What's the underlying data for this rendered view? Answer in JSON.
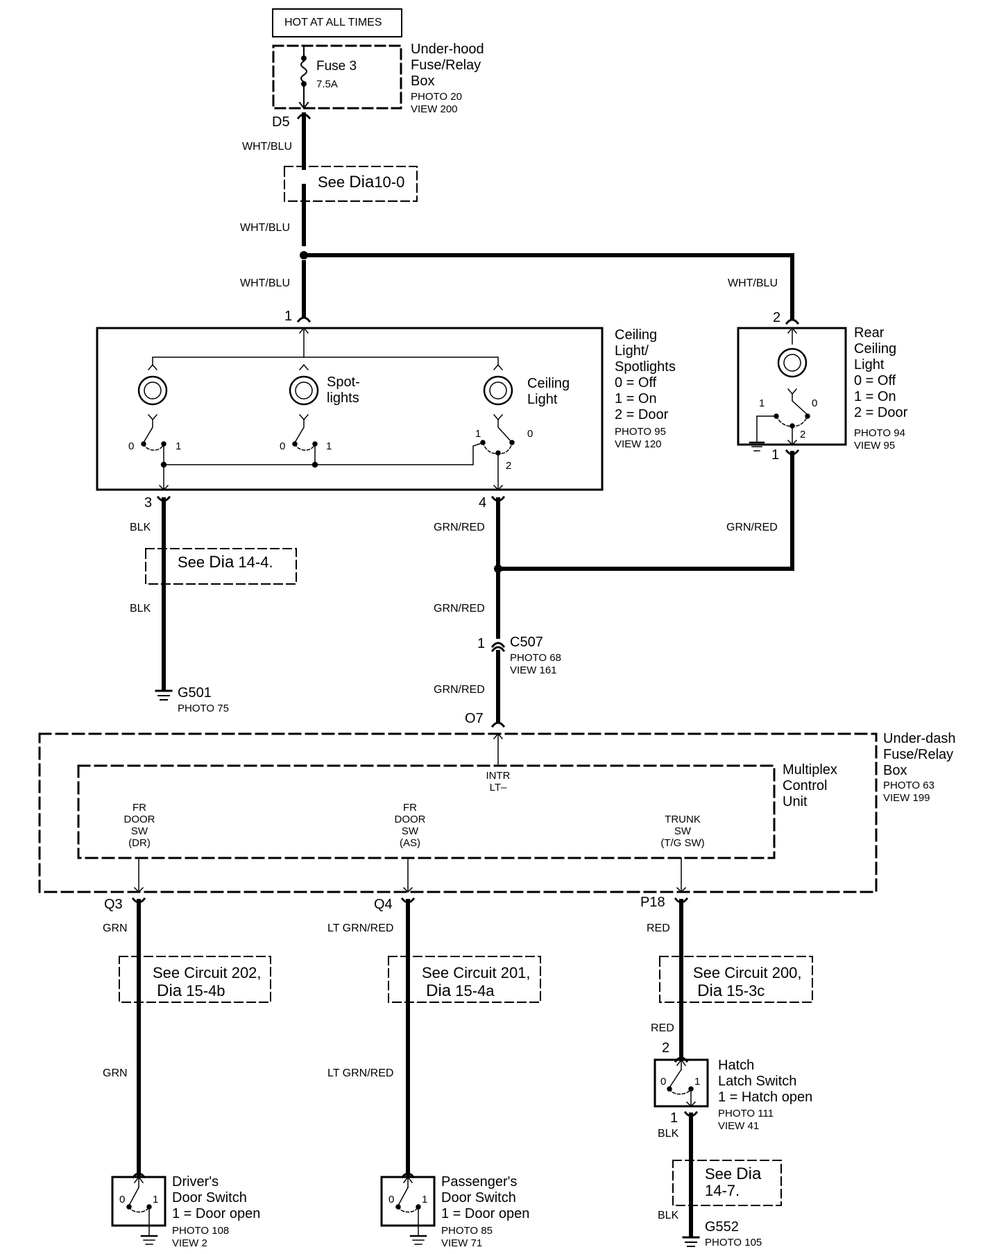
{
  "source": {
    "hot_label": "HOT AT ALL TIMES",
    "fuse_label": "Fuse 3",
    "fuse_rating": "7.5A",
    "box_name": [
      "Under-hood",
      "Fuse/Relay",
      "Box"
    ],
    "box_photo": "PHOTO 20",
    "box_view": "VIEW 200",
    "pin": "D5"
  },
  "wires": {
    "wht_blu": "WHT/BLU",
    "blk": "BLK",
    "grn_red": "GRN/RED",
    "grn": "GRN",
    "lt_grn_red": "LT GRN/RED",
    "red": "RED"
  },
  "refs": {
    "dia_10_0": {
      "see": "See",
      "dia": "Dia",
      "num": "10-0"
    },
    "dia_14_4": {
      "see": "See",
      "dia": "Dia",
      "num": "14-4."
    },
    "circuit_202": {
      "line1": "See Circuit 202,",
      "dia": "Dia",
      "num": "15-4b"
    },
    "circuit_201": {
      "line1": "See Circuit 201,",
      "dia": "Dia",
      "num": "15-4a"
    },
    "circuit_200": {
      "line1": "See Circuit 200,",
      "dia": "Dia",
      "num": "15-3c"
    },
    "dia_14_7": {
      "see": "See",
      "dia": "Dia",
      "num": "14-7."
    }
  },
  "ceiling_light": {
    "name": [
      "Ceiling",
      "Light/",
      "Spotlights"
    ],
    "modes": [
      "0 = Off",
      "1 = On",
      "2 = Door"
    ],
    "photo": "PHOTO 95",
    "view": "VIEW 120",
    "spot_label": [
      "Spot-",
      "lights"
    ],
    "ceiling_label": [
      "Ceiling",
      "Light"
    ],
    "pin_in": "1",
    "pin_out_left": "3",
    "pin_out_right": "4",
    "sw_pos": {
      "zero": "0",
      "one": "1",
      "two": "2"
    }
  },
  "rear_light": {
    "name": [
      "Rear",
      "Ceiling",
      "Light"
    ],
    "modes": [
      "0 = Off",
      "1 = On",
      "2 = Door"
    ],
    "photo": "PHOTO 94",
    "view": "VIEW 95",
    "pin_in": "2",
    "pin_out": "1",
    "sw_pos": {
      "zero": "0",
      "one": "1",
      "two": "2"
    }
  },
  "ground_g501": {
    "name": "G501",
    "photo": "PHOTO 75"
  },
  "connector_c507": {
    "pin": "1",
    "name": "C507",
    "photo": "PHOTO 68",
    "view": "VIEW 161"
  },
  "underdash": {
    "name": [
      "Under-dash",
      "Fuse/Relay",
      "Box"
    ],
    "photo": "PHOTO 63",
    "view": "VIEW 199",
    "pin_in": "O7"
  },
  "mcu": {
    "name": [
      "Multiplex",
      "Control",
      "Unit"
    ],
    "intr": [
      "INTR",
      "LT–"
    ],
    "fr_dr": [
      "FR",
      "DOOR",
      "SW",
      "(DR)"
    ],
    "fr_as": [
      "FR",
      "DOOR",
      "SW",
      "(AS)"
    ],
    "trunk": [
      "TRUNK",
      "SW",
      "(T/G SW)"
    ],
    "pin_q3": "Q3",
    "pin_q4": "Q4",
    "pin_p18": "P18"
  },
  "hatch": {
    "name": [
      "Hatch",
      "Latch Switch",
      "1 = Hatch open"
    ],
    "photo": "PHOTO 111",
    "view": "VIEW 41",
    "pin_in": "2",
    "pin_out": "1",
    "sw_pos": {
      "zero": "0",
      "one": "1"
    }
  },
  "ground_g552": {
    "name": "G552",
    "photo": "PHOTO 105"
  },
  "driver_switch": {
    "name": [
      "Driver's",
      "Door Switch",
      "1 =  Door open"
    ],
    "photo": "PHOTO 108",
    "view": "VIEW 2",
    "sw_pos": {
      "zero": "0",
      "one": "1"
    }
  },
  "passenger_switch": {
    "name": [
      "Passenger's",
      "Door Switch",
      "1 =  Door open"
    ],
    "photo": "PHOTO 85",
    "view": "VIEW 71",
    "sw_pos": {
      "zero": "0",
      "one": "1"
    }
  }
}
